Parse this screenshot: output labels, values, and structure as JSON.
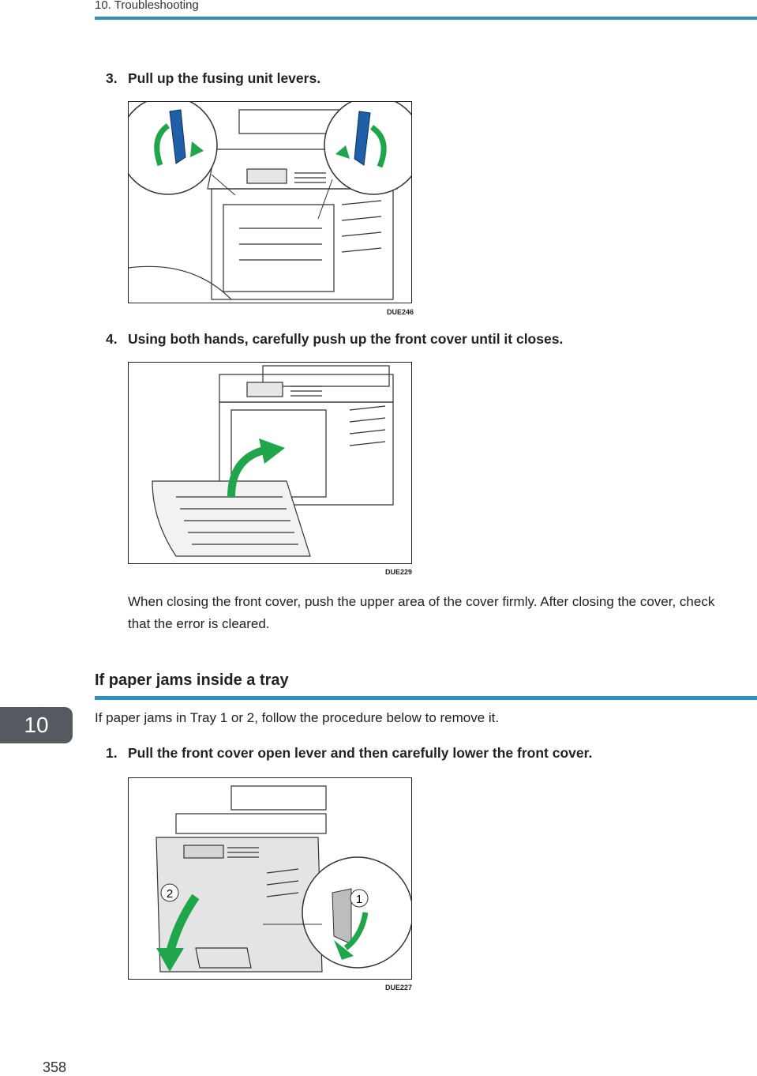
{
  "header": {
    "running_title": "10. Troubleshooting"
  },
  "steps": [
    {
      "number": "3.",
      "text": "Pull up the fusing unit levers.",
      "figure_code": "DUE246"
    },
    {
      "number": "4.",
      "text": "Using both hands, carefully push up the front cover until it closes.",
      "figure_code": "DUE229"
    },
    {
      "number": "1.",
      "text": "Pull the front cover open lever and then carefully lower the front cover.",
      "figure_code": "DUE227"
    }
  ],
  "note": "When closing the front cover, push the upper area of the cover firmly. After closing the cover, check that the error is cleared.",
  "section": {
    "heading": "If paper jams inside a tray",
    "intro": "If paper jams in Tray 1 or 2, follow the procedure below to remove it."
  },
  "figure_callouts": {
    "one": "1",
    "two": "2"
  },
  "chapter_tab": "10",
  "page_number": "358",
  "colors": {
    "accent_blue": "#2f8fc2",
    "arrow_green": "#1fa64a",
    "lever_blue": "#1e5fa8",
    "tab_gray": "#555a60"
  }
}
